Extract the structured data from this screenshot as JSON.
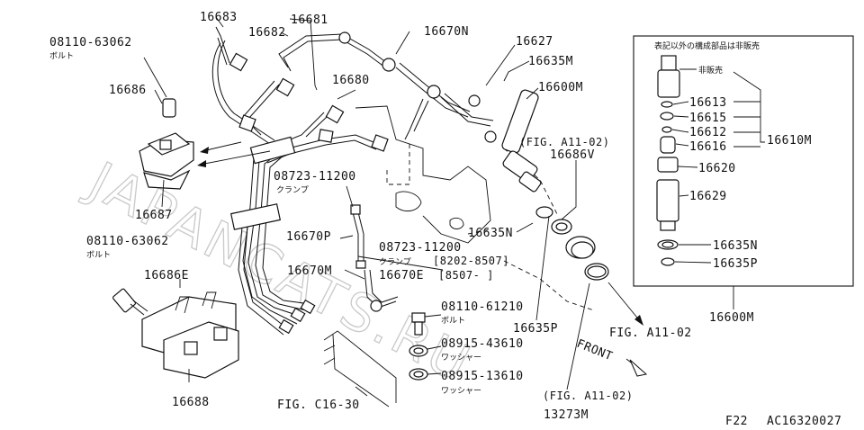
{
  "diagram": {
    "title": "F22",
    "code": "AC16320027",
    "watermark": "JAPANCATS.RU",
    "box_note": "表記以外の構成部品は非販売",
    "not_sold_label": "非販売",
    "parts": {
      "p16683": "16683",
      "p16681": "16681",
      "p16682": "16682",
      "p16670N": "16670N",
      "p16627": "16627",
      "p16635M": "16635M",
      "p16600M_top": "16600M",
      "bolt1_no": "08110-63062",
      "bolt1_jp": "ボルト",
      "p16686": "16686",
      "p16680": "16680",
      "clamp1_no": "08723-11200",
      "clamp1_jp": "クランプ",
      "fig_a11_02_a": "(FIG. A11-02)",
      "p16686V": "16686V",
      "p16687": "16687",
      "p16670P": "16670P",
      "p16635N_main": "16635N",
      "bolt2_no": "08110-63062",
      "bolt2_jp": "ボルト",
      "clamp2_no": "08723-11200",
      "clamp2_jp": "クランプ",
      "clamp2_range1": "[8202-8507]",
      "p16670M": "16670M",
      "p16670E": "16670E",
      "clamp2_range2": "[8507-    ]",
      "p16686E": "16686E",
      "bolt3_no": "08110-61210",
      "bolt3_jp": "ボルト",
      "p16635P_main": "16635P",
      "fig_a11_02_b": "FIG. A11-02",
      "washer1_no": "08915-43610",
      "washer1_jp": "ワッシャー",
      "front": "FRONT",
      "washer2_no": "08915-13610",
      "washer2_jp": "ワッシャー",
      "p16688": "16688",
      "fig_c16_30": "FIG. C16-30",
      "fig_a11_02_c": "(FIG. A11-02)",
      "p13273M": "13273M",
      "box_16613": "16613",
      "box_16615": "16615",
      "box_16612": "16612",
      "box_16616": "16616",
      "box_16610M": "16610M",
      "box_16620": "16620",
      "box_16629": "16629",
      "box_16635N": "16635N",
      "box_16635P": "16635P",
      "box_16600M": "16600M"
    }
  }
}
